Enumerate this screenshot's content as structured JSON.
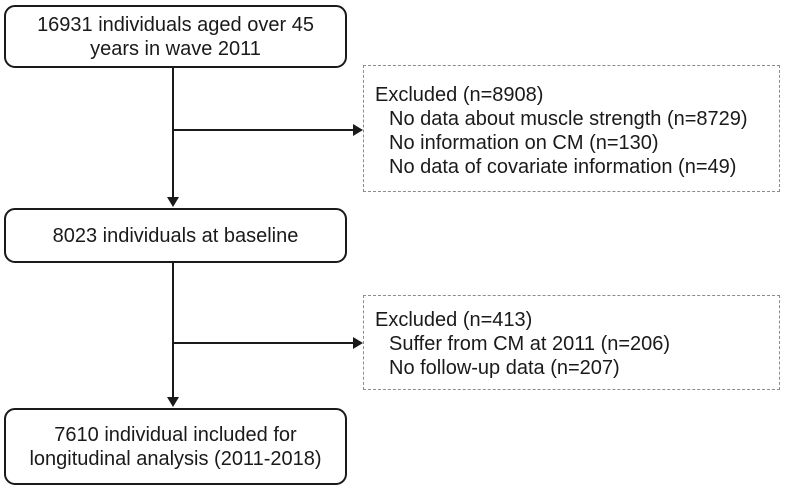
{
  "boxes": {
    "initial": {
      "line1": "16931 individuals aged over 45",
      "line2": "years in wave 2011"
    },
    "baseline": {
      "line1": "8023 individuals at baseline"
    },
    "final": {
      "line1": "7610 individual included for",
      "line2": "longitudinal analysis (2011-2018)"
    }
  },
  "exclusions": {
    "first": {
      "heading": "Excluded (n=8908)",
      "items": [
        "No data about muscle strength (n=8729)",
        "No information on CM (n=130)",
        "No data of covariate information (n=49)"
      ]
    },
    "second": {
      "heading": "Excluded (n=413)",
      "items": [
        "Suffer from CM at 2011 (n=206)",
        "No follow-up data (n=207)"
      ]
    }
  },
  "colors": {
    "background": "#ffffff",
    "solid_box_border": "#1a1a1a",
    "dashed_box_border": "#8c8c8c",
    "text": "#1a1a1a",
    "arrow": "#1a1a1a"
  }
}
